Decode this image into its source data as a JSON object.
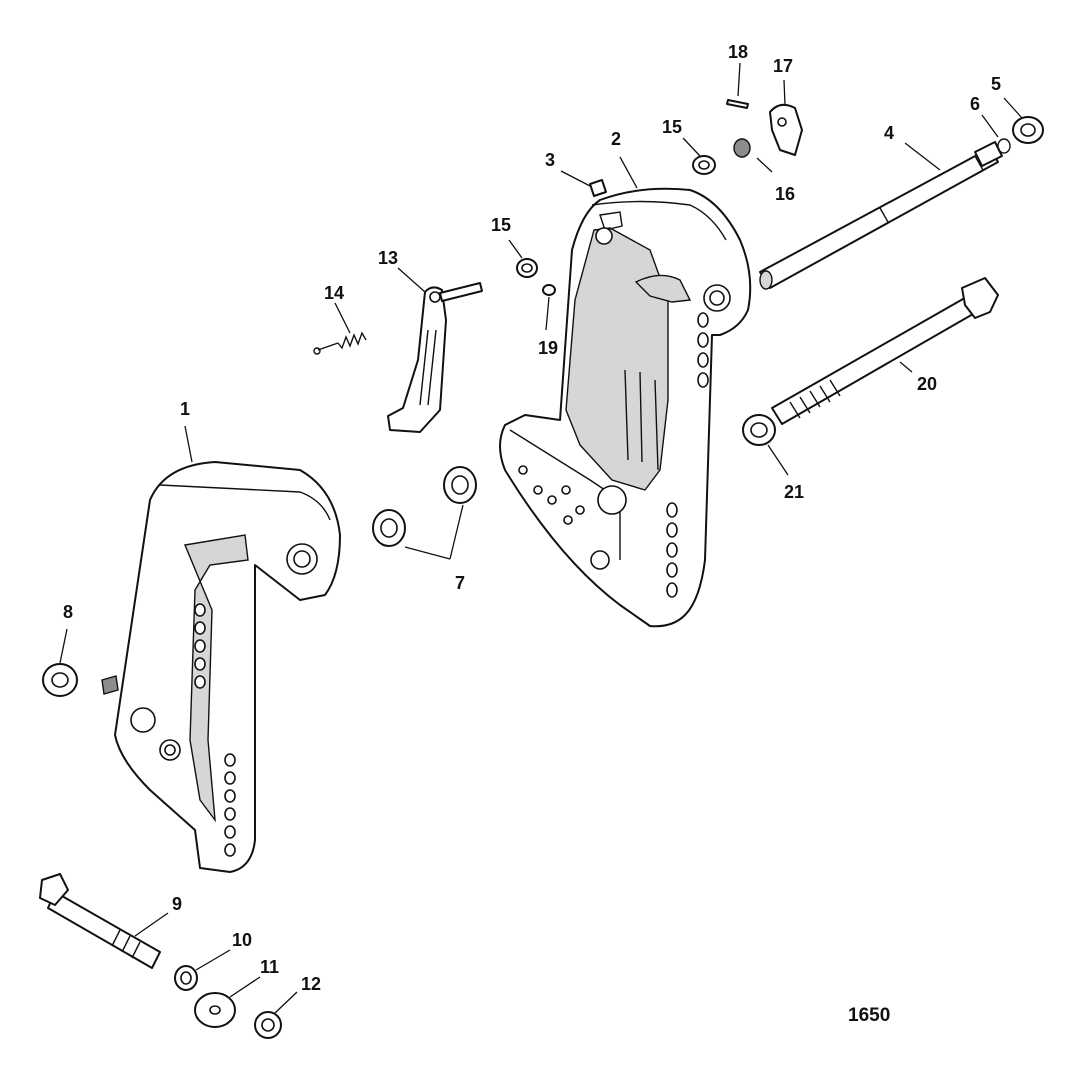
{
  "diagram": {
    "figure_number": "1650",
    "callouts": [
      "1",
      "2",
      "3",
      "4",
      "5",
      "6",
      "7",
      "8",
      "9",
      "10",
      "11",
      "12",
      "13",
      "14",
      "15",
      "15",
      "16",
      "17",
      "18",
      "19",
      "20",
      "21"
    ],
    "colors": {
      "line": "#111111",
      "fill": "#ffffff",
      "shade": "#d6d6d6"
    }
  }
}
